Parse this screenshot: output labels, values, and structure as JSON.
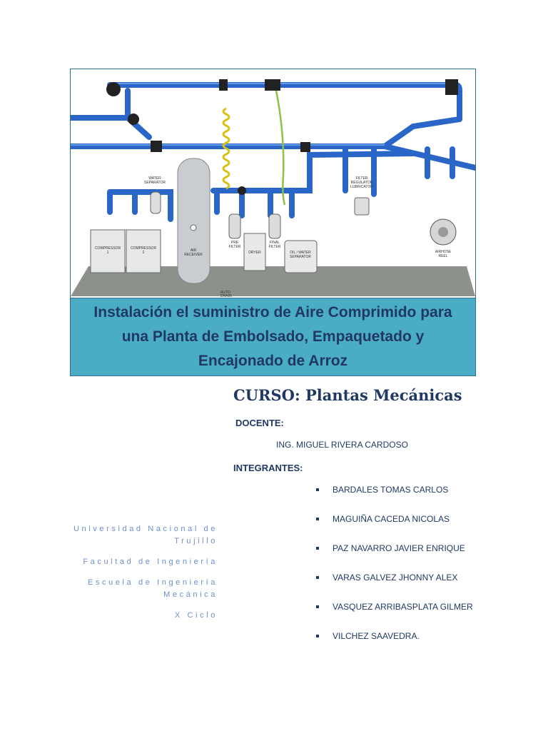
{
  "cover": {
    "title": "Instalación el suministro de Aire Comprimido para una Planta de Embolsado, Empaquetado y Encajonado de Arroz",
    "illustration_labels": {
      "compressor_1": "COMPRESSOR 1",
      "compressor_2": "COMPRESSOR 2",
      "water_separator": "WATER SEPARATOR",
      "air_receiver": "AIR RECEIVER",
      "pre_filter": "PRE FILTER",
      "dryer": "DRYER",
      "final_filter": "FINAL FILTER",
      "oil_water_separator": "OIL / WATER SEPARATOR",
      "filter_regulator_lubricator": "FILTER REGULATOR LUBRICATOR",
      "airhose_reel": "AIRHOSE REEL",
      "auto_drain": "AUTO DRAIN"
    }
  },
  "course": {
    "label": "CURSO:",
    "name": "Plantas Mecánicas"
  },
  "teacher": {
    "heading": "DOCENTE:",
    "name": "ING. MIGUEL RIVERA CARDOSO"
  },
  "members": {
    "heading": "INTEGRANTES:",
    "items": [
      "BARDALES TOMAS CARLOS",
      "MAGUIÑA CACEDA NICOLAS",
      "PAZ NAVARRO JAVIER ENRIQUE",
      "VARAS GALVEZ JHONNY ALEX",
      "VASQUEZ ARRIBASPLATA GILMER",
      "VILCHEZ SAAVEDRA."
    ]
  },
  "institution": {
    "university": "Universidad Nacional de Trujillo",
    "faculty": "Facultad de Ingeniería",
    "school": "Escuela de Ingeniería Mecánica",
    "cycle": "X Ciclo"
  },
  "colors": {
    "title_band": "#4bacc6",
    "dark_blue": "#1f3864",
    "pipe_blue": "#2e6fd0",
    "muted_blue": "#6b8fc7"
  }
}
